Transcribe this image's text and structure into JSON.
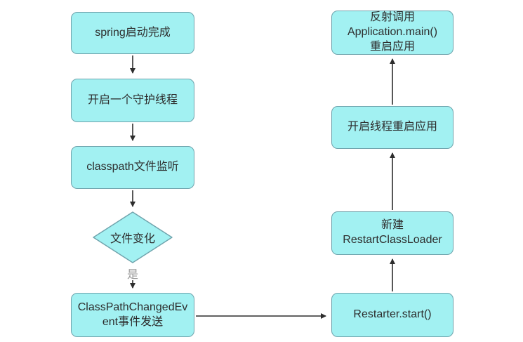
{
  "diagram": {
    "title_hint": "spring-devtools-restart-flowchart",
    "colors": {
      "background": "#ffffff",
      "node_fill": "#a2f1f2",
      "node_border": "#6fa3ac",
      "node_text": "#2d2d2d",
      "arrow": "#2d2d2d",
      "edge_label_text": "#9b9b9b"
    },
    "nodes": {
      "spring_started": {
        "type": "process",
        "label": "spring启动完成"
      },
      "daemon_thread": {
        "type": "process",
        "label": "开启一个守护线程"
      },
      "classpath_listen": {
        "type": "process",
        "label": "classpath文件监听"
      },
      "file_changed": {
        "type": "decision",
        "label": "文件变化"
      },
      "event_sent": {
        "type": "process",
        "label": "ClassPathChangedEvent事件发送"
      },
      "restarter_start": {
        "type": "process",
        "label": "Restarter.start()"
      },
      "new_classloader": {
        "type": "process",
        "lines": [
          "新建",
          "RestartClassLoader"
        ]
      },
      "restart_thread": {
        "type": "process",
        "label": "开启线程重启应用"
      },
      "reflect_main": {
        "type": "process",
        "lines": [
          "反射调用",
          "Application.main()",
          "重启应用"
        ]
      }
    },
    "edge_labels": {
      "yes": "是"
    },
    "edges": [
      "spring_started -> daemon_thread",
      "daemon_thread -> classpath_listen",
      "classpath_listen -> file_changed",
      "file_changed -[是]-> event_sent",
      "event_sent -> restarter_start",
      "restarter_start -> new_classloader",
      "new_classloader -> restart_thread",
      "restart_thread -> reflect_main"
    ]
  }
}
